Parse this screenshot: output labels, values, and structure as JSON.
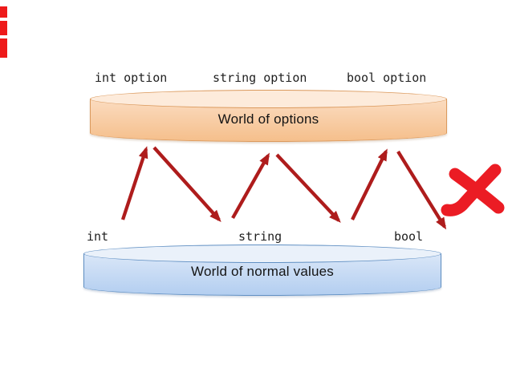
{
  "diagram": {
    "top_row_labels": [
      "int option",
      "string option",
      "bool option"
    ],
    "bottom_row_labels": [
      "int",
      "string",
      "bool"
    ],
    "options_cylinder": {
      "label": "World of options"
    },
    "values_cylinder": {
      "label": "World of normal values"
    },
    "arrows": [
      {
        "from": "int",
        "to": "int option",
        "direction": "up"
      },
      {
        "from": "int option",
        "to": "string",
        "direction": "down"
      },
      {
        "from": "string",
        "to": "string option",
        "direction": "up"
      },
      {
        "from": "string option",
        "to": "bool",
        "direction": "down"
      },
      {
        "from": "bool",
        "to": "bool option",
        "direction": "up"
      },
      {
        "from": "bool option",
        "to": "nothing",
        "direction": "down"
      }
    ],
    "x_mark_icon": "heavy-brush-x",
    "colors": {
      "arrow_red": "#ae1c1c",
      "x_mark_red": "#eb1c24",
      "edge_dash_red": "#ee1a1a",
      "options_lid_fill": "#fdebdb",
      "options_body_top": "#fbdcc1",
      "options_body_bottom": "#f5bf8c",
      "options_border": "#db9a5e",
      "values_lid_fill": "#eaf1fa",
      "values_body_top": "#dae7f8",
      "values_body_bottom": "#b3cef0",
      "values_border": "#6190c3",
      "label_text": "#1f1f1f"
    }
  }
}
